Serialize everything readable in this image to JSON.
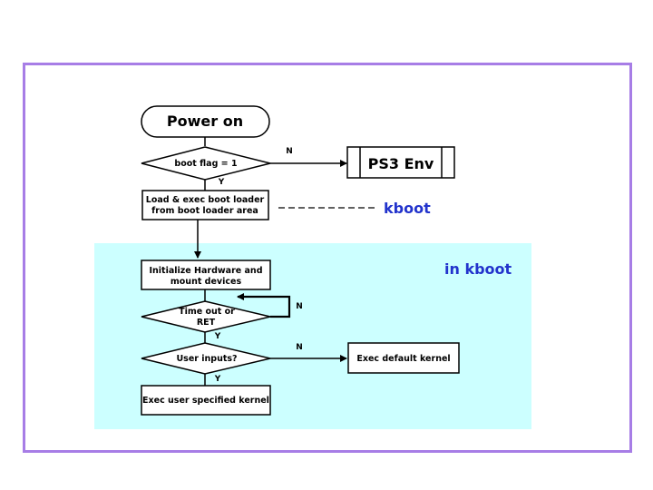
{
  "nodes": {
    "power_on": "Power on",
    "boot_flag": "boot flag = 1",
    "ps3_env": "PS3 Env",
    "load_exec_line1": "Load & exec boot loader",
    "load_exec_line2": "from boot loader area",
    "init_line1": "Initialize Hardware and",
    "init_line2": "mount devices",
    "timeout_line1": "Time out or",
    "timeout_line2": "RET",
    "user_inputs": "User inputs?",
    "exec_default": "Exec default kernel",
    "exec_user": "Exec user specified kernel"
  },
  "labels": {
    "kboot": "kboot",
    "in_kboot": "in kboot"
  },
  "edges": {
    "boot_flag_no": "N",
    "boot_flag_yes": "Y",
    "timeout_no": "N",
    "timeout_yes": "Y",
    "user_inputs_no": "N",
    "user_inputs_yes": "Y"
  },
  "colors": {
    "frame_border": "#a77de6",
    "kboot_zone": "#ccffff",
    "label_blue": "#2233cc"
  }
}
